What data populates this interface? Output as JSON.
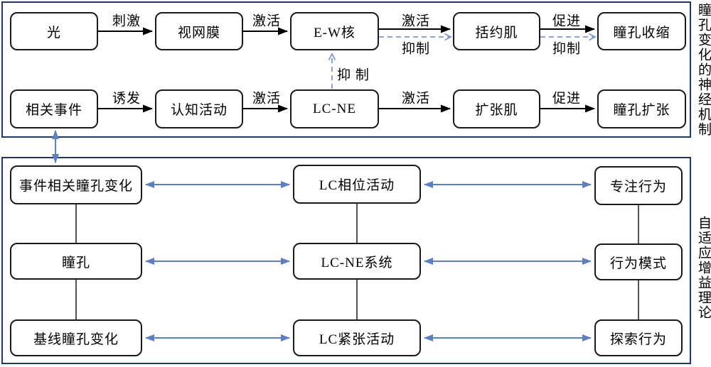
{
  "top_section": {
    "side_label": "瞳孔变化的神经机制",
    "nodes": {
      "light": "光",
      "retina": "视网膜",
      "ew_nucleus": "E-W核",
      "sphincter": "括约肌",
      "pupil_constriction": "瞳孔收缩",
      "related_event": "相关事件",
      "cognitive_activity": "认知活动",
      "lc_ne": "LC-NE",
      "dilator": "扩张肌",
      "pupil_dilation": "瞳孔扩张"
    },
    "edge_labels": {
      "stimulate": "刺激",
      "activate_retina_ew": "激活",
      "activate_ew_sphincter": "激活",
      "inhibit_ew_sphincter": "抑制",
      "promote_constriction": "促进",
      "inhibit_constriction": "抑制",
      "induce": "诱发",
      "activate_cognitive_lcne": "激活",
      "activate_lcne_dilator": "激活",
      "promote_dilation": "促进",
      "inhibit_lcne_ew": "抑 制"
    }
  },
  "bottom_section": {
    "side_label": "自适应增益理论",
    "nodes": {
      "event_related_pupil_change": "事件相关瞳孔变化",
      "lc_phasic_activity": "LC相位活动",
      "focused_behavior": "专注行为",
      "pupil": "瞳孔",
      "lc_ne_system": "LC-NE系统",
      "behavior_pattern": "行为模式",
      "baseline_pupil_change": "基线瞳孔变化",
      "lc_tonic_activity": "LC紧张活动",
      "exploratory_behavior": "探索行为"
    }
  },
  "colors": {
    "section_border": "#1F3864",
    "box_border": "#1a1a1a",
    "black_arrow": "#000000",
    "blue_arrow": "#5B7EC4",
    "dashed_blue_arrow": "#7B99D6"
  }
}
